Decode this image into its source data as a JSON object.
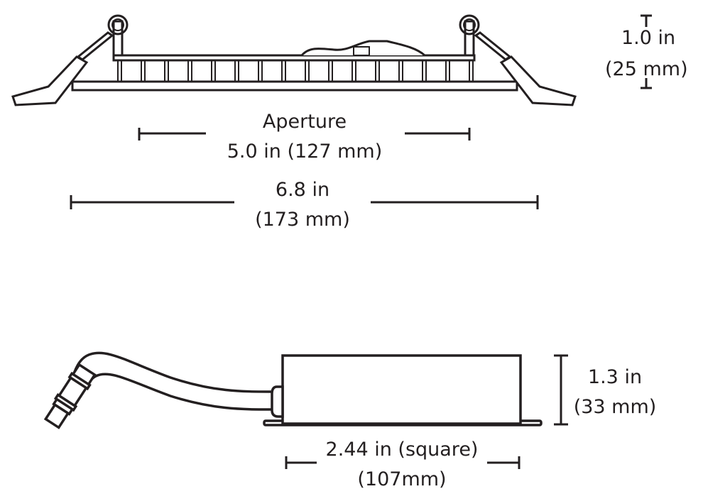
{
  "colors": {
    "ink": "#231f20",
    "background": "#ffffff"
  },
  "fixture": {
    "height": {
      "in": "1.0 in",
      "mm": "(25 mm)"
    },
    "aperture": {
      "title": "Aperture",
      "value": "5.0 in (127 mm)"
    },
    "overall": {
      "in": "6.8 in",
      "mm": "(173 mm)"
    }
  },
  "driver": {
    "height": {
      "in": "1.3 in",
      "mm": "(33 mm)"
    },
    "width": {
      "in": "2.44 in (square)",
      "mm": "(107mm)"
    }
  }
}
